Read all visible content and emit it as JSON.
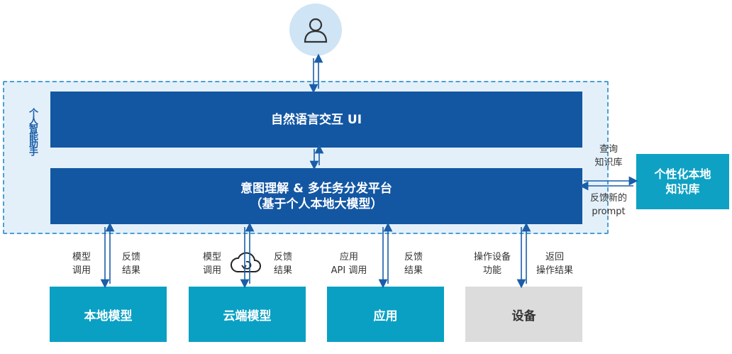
{
  "diagram": {
    "side_label": "个人智能助手",
    "top_bar": "自然语言交互 UI",
    "platform_bar": {
      "line1": "意图理解 & 多任务分发平台",
      "line2": "（基于个人本地大模型）"
    },
    "knowledge_base": {
      "line1": "个性化本地",
      "line2": "知识库"
    },
    "kb_query": {
      "line1": "查询",
      "line2": "知识库"
    },
    "kb_feedback": {
      "line1": "反馈新的",
      "line2": "prompt"
    },
    "bottom": [
      {
        "name": "本地模型",
        "left": {
          "line1": "模型",
          "line2": "调用"
        },
        "right": {
          "line1": "反馈",
          "line2": "结果"
        }
      },
      {
        "name": "云端模型",
        "left": {
          "line1": "模型",
          "line2": "调用"
        },
        "right": {
          "line1": "反馈",
          "line2": "结果"
        }
      },
      {
        "name": "应用",
        "left": {
          "line1": "应用",
          "line2": "API 调用"
        },
        "right": {
          "line1": "反馈",
          "line2": "结果"
        }
      },
      {
        "name": "设备",
        "left": {
          "line1": "操作设备",
          "line2": "功能"
        },
        "right": {
          "line1": "返回",
          "line2": "操作结果"
        }
      }
    ]
  },
  "colors": {
    "dark_blue": "#1357a3",
    "teal": "#0aa0c4",
    "gray": "#dcdcdc",
    "frame": "#4a9fd6",
    "arrow": "#1a5ea8"
  },
  "icons": [
    "user-icon",
    "cloud-sync-icon"
  ]
}
